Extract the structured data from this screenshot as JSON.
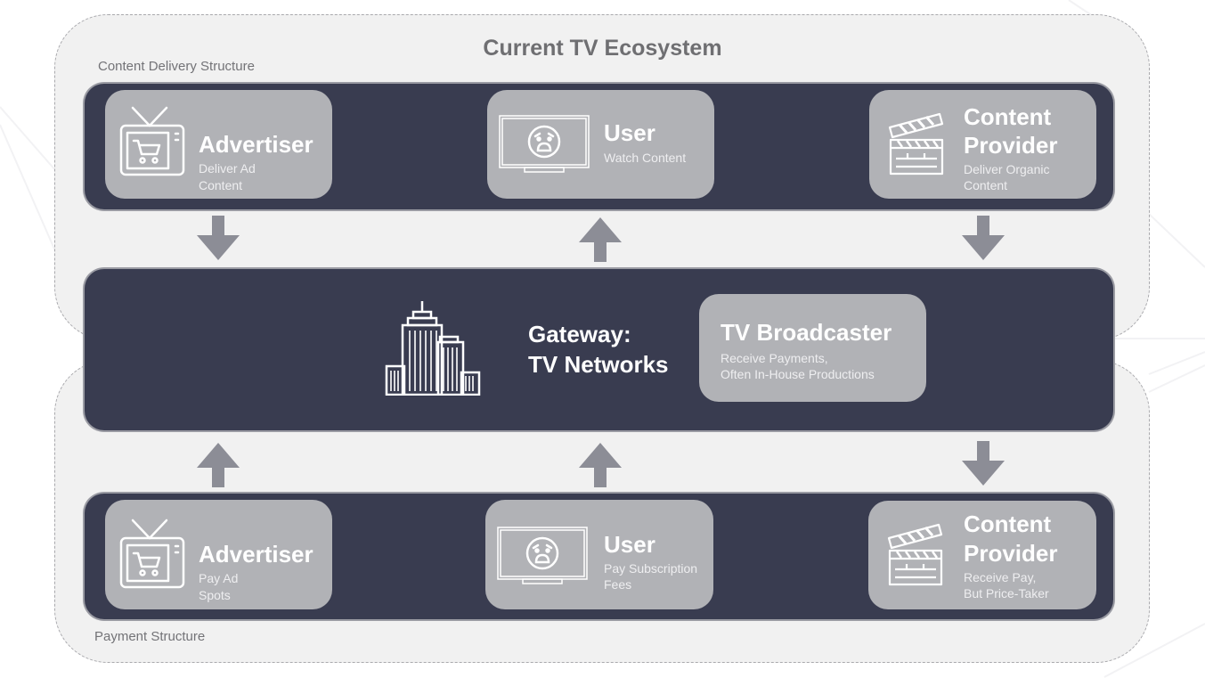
{
  "title": "Current TV Ecosystem",
  "zones": {
    "delivery_label": "Content Delivery Structure",
    "payment_label": "Payment Structure"
  },
  "delivery": {
    "advertiser": {
      "title": "Advertiser",
      "sub1": "Deliver Ad",
      "sub2": "Content",
      "icon": "tv-cart-icon"
    },
    "user": {
      "title": "User",
      "sub1": "Watch Content",
      "sub2": "",
      "icon": "tv-worried-face-icon"
    },
    "provider": {
      "title1": "Content",
      "title2": "Provider",
      "sub1": "Deliver Organic",
      "sub2": "Content",
      "icon": "clapperboard-icon"
    }
  },
  "gateway": {
    "line1": "Gateway:",
    "line2": "TV Networks",
    "icon": "skyscraper-icon",
    "broadcaster": {
      "title": "TV Broadcaster",
      "sub1": "Receive Payments,",
      "sub2": "Often In-House Productions"
    }
  },
  "payment": {
    "advertiser": {
      "title": "Advertiser",
      "sub1": "Pay Ad",
      "sub2": "Spots",
      "icon": "tv-cart-icon"
    },
    "user": {
      "title": "User",
      "sub1": "Pay Subscription",
      "sub2": "Fees",
      "icon": "tv-worried-face-icon"
    },
    "provider": {
      "title1": "Content",
      "title2": "Provider",
      "sub1": "Receive Pay,",
      "sub2": "But Price-Taker",
      "icon": "clapperboard-icon"
    }
  },
  "flows": [
    {
      "from": "Advertiser (delivery)",
      "to": "Gateway",
      "direction": "down"
    },
    {
      "from": "Gateway",
      "to": "User (delivery)",
      "direction": "up"
    },
    {
      "from": "Content Provider (delivery)",
      "to": "Gateway",
      "direction": "down"
    },
    {
      "from": "Advertiser (payment)",
      "to": "Gateway",
      "direction": "up"
    },
    {
      "from": "User (payment)",
      "to": "Gateway",
      "direction": "up"
    },
    {
      "from": "Gateway",
      "to": "Content Provider (payment)",
      "direction": "down"
    }
  ],
  "colors": {
    "band": "#393c50",
    "card": "#b1b2b6",
    "zone": "#f1f1f1",
    "arrow": "#8c8d96",
    "title": "#6f6f72"
  }
}
